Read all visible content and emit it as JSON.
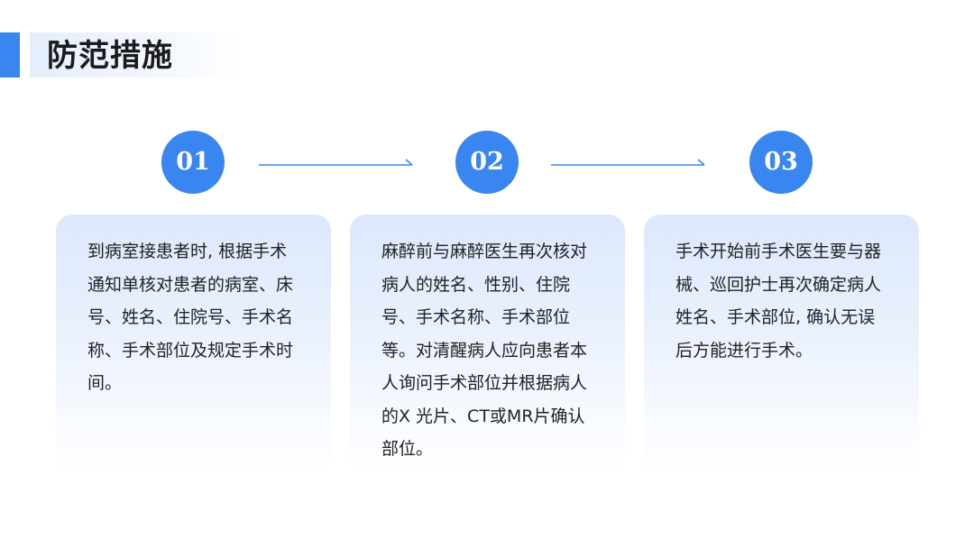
{
  "header": {
    "title": "防范措施",
    "accent_color": "#3a86f0"
  },
  "steps": [
    {
      "number": "01",
      "text": "到病室接患者时, 根据手术通知单核对患者的病室、床号、姓名、住院号、手术名称、手术部位及规定手术时间。"
    },
    {
      "number": "02",
      "text": "麻醉前与麻醉医生再次核对病人的姓名、性别、住院号、手术名称、手术部位等。对清醒病人应向患者本人询问手术部位并根据病人的X 光片、CT或MR片确认部位。"
    },
    {
      "number": "03",
      "text": "手术开始前手术医生要与器械、巡回护士再次确定病人姓名、手术部位, 确认无误后方能进行手术。"
    }
  ],
  "icons": {
    "arrow": "right-arrow-icon"
  }
}
